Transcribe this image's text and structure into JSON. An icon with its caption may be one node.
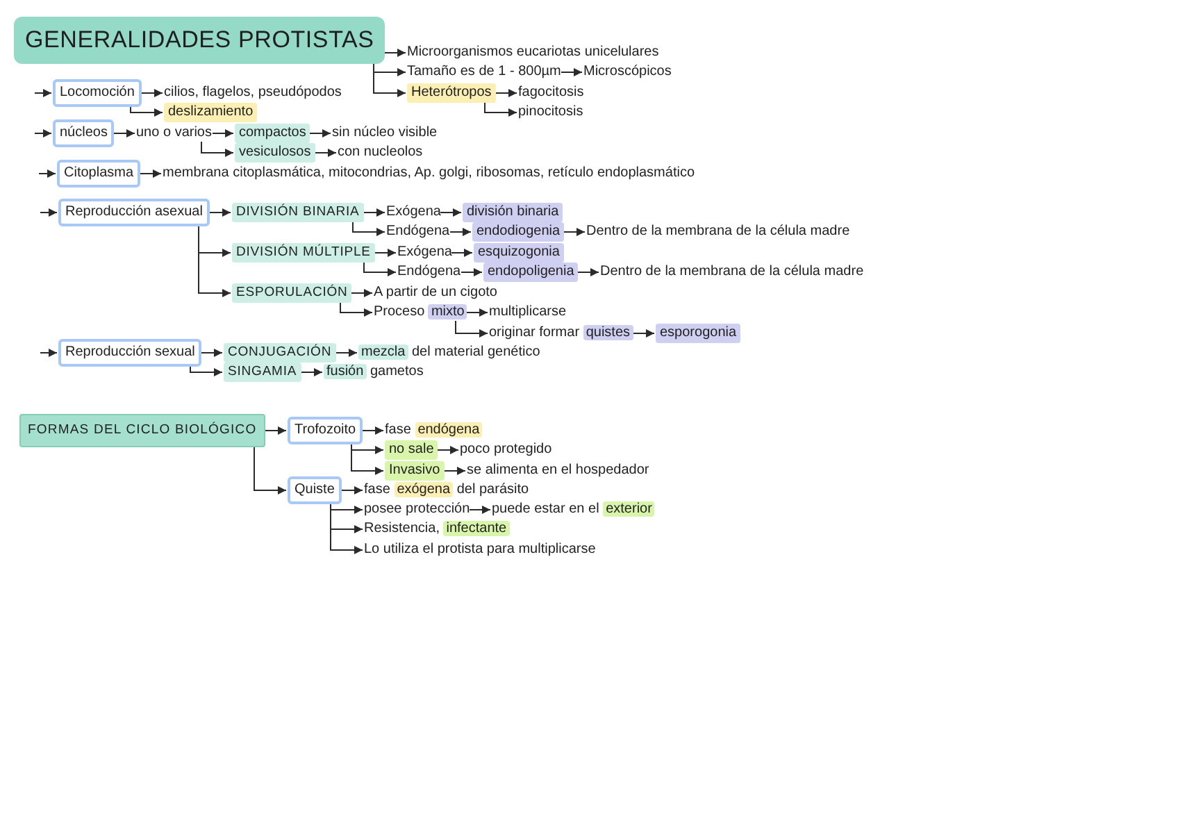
{
  "diagram": {
    "nodes": [
      {
        "text": [
          "GENERALIDADES PROTISTAS"
        ]
      },
      {
        "text": [
          "Microorganismos eucariotas unicelulares"
        ]
      },
      {
        "text": [
          "Tamaño es de 1 - 800µm"
        ]
      },
      {
        "text": [
          "Microscópicos"
        ]
      },
      {
        "text": [
          "Locomoción"
        ]
      },
      {
        "text": [
          "cilios, flagelos, pseudópodos"
        ]
      },
      {
        "text": [
          "Heterótropos"
        ]
      },
      {
        "text": [
          "fagocitosis"
        ]
      },
      {
        "text": [
          "deslizamiento"
        ]
      },
      {
        "text": [
          "pinocitosis"
        ]
      },
      {
        "text": [
          "núcleos"
        ]
      },
      {
        "text": [
          "uno o varios"
        ]
      },
      {
        "text": [
          "compactos"
        ]
      },
      {
        "text": [
          "sin núcleo visible"
        ]
      },
      {
        "text": [
          "vesiculosos"
        ]
      },
      {
        "text": [
          "con nucleolos"
        ]
      },
      {
        "text": [
          "Citoplasma"
        ]
      },
      {
        "text": [
          "membrana citoplasmática, mitocondrias, Ap. golgi, ribosomas, retículo endoplasmático"
        ]
      },
      {
        "text": [
          "Reproducción asexual"
        ]
      },
      {
        "text": [
          "DIVISIÓN BINARIA"
        ]
      },
      {
        "text": [
          "Exógena"
        ]
      },
      {
        "text": [
          "división binaria"
        ]
      },
      {
        "text": [
          "Endógena"
        ]
      },
      {
        "text": [
          "endodiogenia"
        ]
      },
      {
        "text": [
          "Dentro de la membrana de la célula madre"
        ]
      },
      {
        "text": [
          "DIVISIÓN MÚLTIPLE"
        ]
      },
      {
        "text": [
          "Exógena"
        ]
      },
      {
        "text": [
          "esquizogonia"
        ]
      },
      {
        "text": [
          "Endógena"
        ]
      },
      {
        "text": [
          "endopoligenia"
        ]
      },
      {
        "text": [
          "Dentro de la membrana de la célula madre"
        ]
      },
      {
        "text": [
          "ESPORULACIÓN"
        ]
      },
      {
        "text": [
          "A partir de un cigoto"
        ]
      },
      {
        "text": [
          "Proceso mixto"
        ]
      },
      {
        "text": [
          "multiplicarse"
        ]
      },
      {
        "text": [
          "originar formar quistes"
        ]
      },
      {
        "text": [
          "esporogonia"
        ]
      },
      {
        "text": [
          "Reproducción sexual"
        ]
      },
      {
        "text": [
          "CONJUGACIÓN"
        ]
      },
      {
        "text": [
          "mezcla del material genético"
        ]
      },
      {
        "text": [
          "SINGAMIA"
        ]
      },
      {
        "text": [
          "fusión gametos"
        ]
      },
      {
        "text": [
          "FORMAS DEL CICLO BIOLÓGICO"
        ]
      },
      {
        "text": [
          "Trofozoito"
        ]
      },
      {
        "text": [
          "fase endógena"
        ]
      },
      {
        "text": [
          "no sale"
        ]
      },
      {
        "text": [
          "poco protegido"
        ]
      },
      {
        "text": [
          "Invasivo"
        ]
      },
      {
        "text": [
          "se alimenta en el hospedador"
        ]
      },
      {
        "text": [
          "Quiste"
        ]
      },
      {
        "text": [
          "fase exógena del parásito"
        ]
      },
      {
        "text": [
          "posee protección"
        ]
      },
      {
        "text": [
          "puede estar en el exterior"
        ]
      },
      {
        "text": [
          "Resistencia, infectante"
        ]
      },
      {
        "text": [
          "Lo utiliza el protista para multiplicarse"
        ]
      }
    ],
    "edges": [
      {
        "from": 0,
        "to": 1,
        "arrow": "to"
      },
      {
        "from": 0,
        "to": 2,
        "arrow": "to"
      },
      {
        "from": 2,
        "to": 3,
        "arrow": "to"
      },
      {
        "from": null,
        "to": 4,
        "arrow": "to"
      },
      {
        "from": 4,
        "to": 5,
        "arrow": "to"
      },
      {
        "from": 0,
        "to": 6,
        "arrow": "to"
      },
      {
        "from": 6,
        "to": 7,
        "arrow": "to"
      },
      {
        "from": 4,
        "to": 8,
        "arrow": "to"
      },
      {
        "from": 6,
        "to": 9,
        "arrow": "to"
      },
      {
        "from": null,
        "to": 10,
        "arrow": "to"
      },
      {
        "from": 10,
        "to": 11,
        "arrow": "to"
      },
      {
        "from": 11,
        "to": 12,
        "arrow": "to"
      },
      {
        "from": 12,
        "to": 13,
        "arrow": "to"
      },
      {
        "from": 11,
        "to": 14,
        "arrow": "to"
      },
      {
        "from": 14,
        "to": 15,
        "arrow": "to"
      },
      {
        "from": null,
        "to": 16,
        "arrow": "to"
      },
      {
        "from": 16,
        "to": 17,
        "arrow": "to"
      },
      {
        "from": null,
        "to": 18,
        "arrow": "to"
      },
      {
        "from": 18,
        "to": 19,
        "arrow": "to"
      },
      {
        "from": 19,
        "to": 20,
        "arrow": "to"
      },
      {
        "from": 20,
        "to": 21,
        "arrow": "to"
      },
      {
        "from": 19,
        "to": 22,
        "arrow": "to"
      },
      {
        "from": 22,
        "to": 23,
        "arrow": "to"
      },
      {
        "from": 23,
        "to": 24,
        "arrow": "to"
      },
      {
        "from": 18,
        "to": 25,
        "arrow": "to"
      },
      {
        "from": 25,
        "to": 26,
        "arrow": "to"
      },
      {
        "from": 26,
        "to": 27,
        "arrow": "to"
      },
      {
        "from": 25,
        "to": 28,
        "arrow": "to"
      },
      {
        "from": 28,
        "to": 29,
        "arrow": "to"
      },
      {
        "from": 29,
        "to": 30,
        "arrow": "to"
      },
      {
        "from": 18,
        "to": 31,
        "arrow": "to"
      },
      {
        "from": 31,
        "to": 32,
        "arrow": "to"
      },
      {
        "from": 31,
        "to": 33,
        "arrow": "to"
      },
      {
        "from": 33,
        "to": 34,
        "arrow": "to"
      },
      {
        "from": 33,
        "to": 35,
        "arrow": "to"
      },
      {
        "from": 35,
        "to": 36,
        "arrow": "to"
      },
      {
        "from": null,
        "to": 37,
        "arrow": "to"
      },
      {
        "from": 37,
        "to": 38,
        "arrow": "to"
      },
      {
        "from": 38,
        "to": 39,
        "arrow": "to"
      },
      {
        "from": 37,
        "to": 40,
        "arrow": "to"
      },
      {
        "from": 40,
        "to": 41,
        "arrow": "to"
      },
      {
        "from": 42,
        "to": 43,
        "arrow": "to"
      },
      {
        "from": 43,
        "to": 44,
        "arrow": "to"
      },
      {
        "from": 43,
        "to": 45,
        "arrow": "to"
      },
      {
        "from": 45,
        "to": 46,
        "arrow": "to"
      },
      {
        "from": 43,
        "to": 47,
        "arrow": "to"
      },
      {
        "from": 47,
        "to": 48,
        "arrow": "to"
      },
      {
        "from": 42,
        "to": 49,
        "arrow": "to"
      },
      {
        "from": 49,
        "to": 50,
        "arrow": "to"
      },
      {
        "from": 49,
        "to": 51,
        "arrow": "to"
      },
      {
        "from": 51,
        "to": 52,
        "arrow": "to"
      },
      {
        "from": 49,
        "to": 53,
        "arrow": "to"
      },
      {
        "from": 49,
        "to": 54,
        "arrow": "to"
      }
    ]
  }
}
